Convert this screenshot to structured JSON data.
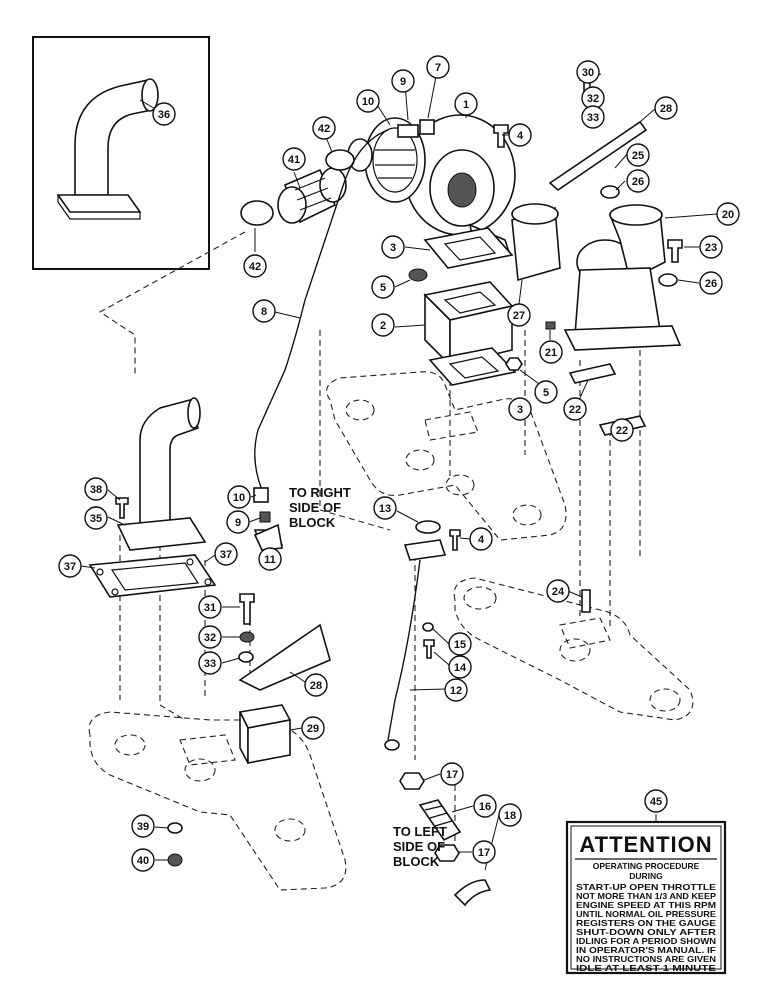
{
  "notes": {
    "right_side": [
      "TO RIGHT",
      "SIDE OF",
      "BLOCK"
    ],
    "left_side": [
      "TO LEFT",
      "SIDE OF",
      "BLOCK"
    ]
  },
  "attention": {
    "callout": "45",
    "title": "ATTENTION",
    "subtitle": [
      "OPERATING PROCEDURE",
      "DURING"
    ],
    "lines": [
      "START-UP  OPEN  THROTTLE",
      "NOT MORE THAN 1/3 AND KEEP",
      "ENGINE SPEED AT THIS RPM",
      "UNTIL NORMAL OIL PRESSURE",
      "REGISTERS ON THE GAUGE",
      "SHUT-DOWN  ONLY  AFTER",
      "IDLING FOR A PERIOD SHOWN",
      "IN OPERATOR'S MANUAL. IF",
      "NO INSTRUCTIONS ARE GIVEN",
      "IDLE  AT  LEAST  1  MINUTE"
    ]
  },
  "callouts": [
    {
      "id": "c36",
      "label": "36"
    },
    {
      "id": "c42a",
      "label": "42"
    },
    {
      "id": "c41",
      "label": "41"
    },
    {
      "id": "c42b",
      "label": "42"
    },
    {
      "id": "c10a",
      "label": "10"
    },
    {
      "id": "c9a",
      "label": "9"
    },
    {
      "id": "c7",
      "label": "7"
    },
    {
      "id": "c1",
      "label": "1"
    },
    {
      "id": "c4a",
      "label": "4"
    },
    {
      "id": "c30",
      "label": "30"
    },
    {
      "id": "c32a",
      "label": "32"
    },
    {
      "id": "c33a",
      "label": "33"
    },
    {
      "id": "c28a",
      "label": "28"
    },
    {
      "id": "c25",
      "label": "25"
    },
    {
      "id": "c26a",
      "label": "26"
    },
    {
      "id": "c20",
      "label": "20"
    },
    {
      "id": "c23",
      "label": "23"
    },
    {
      "id": "c26b",
      "label": "26"
    },
    {
      "id": "c3a",
      "label": "3"
    },
    {
      "id": "c5a",
      "label": "5"
    },
    {
      "id": "c27",
      "label": "27"
    },
    {
      "id": "c8",
      "label": "8"
    },
    {
      "id": "c2",
      "label": "2"
    },
    {
      "id": "c21",
      "label": "21"
    },
    {
      "id": "c5b",
      "label": "5"
    },
    {
      "id": "c3b",
      "label": "3"
    },
    {
      "id": "c22a",
      "label": "22"
    },
    {
      "id": "c22b",
      "label": "22"
    },
    {
      "id": "c38",
      "label": "38"
    },
    {
      "id": "c35",
      "label": "35"
    },
    {
      "id": "c10b",
      "label": "10"
    },
    {
      "id": "c9b",
      "label": "9"
    },
    {
      "id": "c11",
      "label": "11"
    },
    {
      "id": "c13",
      "label": "13"
    },
    {
      "id": "c4b",
      "label": "4"
    },
    {
      "id": "c37a",
      "label": "37"
    },
    {
      "id": "c37b",
      "label": "37"
    },
    {
      "id": "c24",
      "label": "24"
    },
    {
      "id": "c31",
      "label": "31"
    },
    {
      "id": "c32b",
      "label": "32"
    },
    {
      "id": "c33b",
      "label": "33"
    },
    {
      "id": "c15",
      "label": "15"
    },
    {
      "id": "c14",
      "label": "14"
    },
    {
      "id": "c28b",
      "label": "28"
    },
    {
      "id": "c12",
      "label": "12"
    },
    {
      "id": "c29",
      "label": "29"
    },
    {
      "id": "c17a",
      "label": "17"
    },
    {
      "id": "c16",
      "label": "16"
    },
    {
      "id": "c17b",
      "label": "17"
    },
    {
      "id": "c18",
      "label": "18"
    },
    {
      "id": "c39",
      "label": "39"
    },
    {
      "id": "c40",
      "label": "40"
    }
  ]
}
